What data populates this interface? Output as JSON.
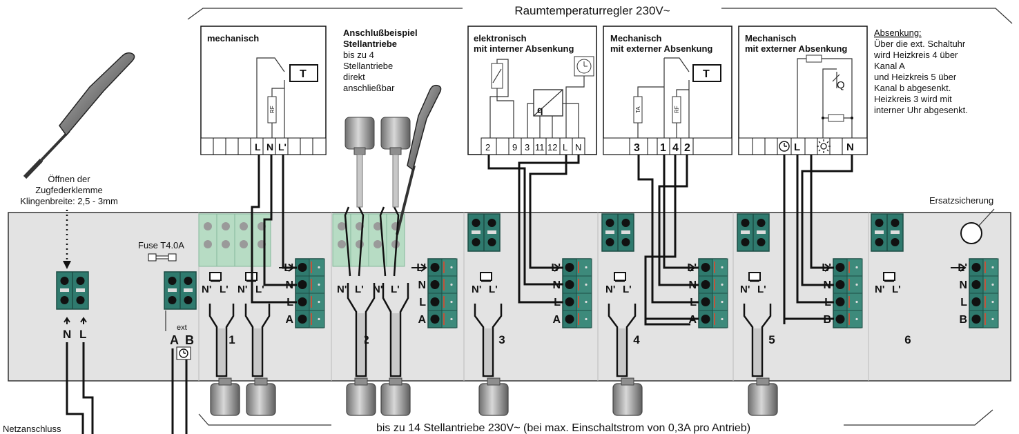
{
  "top_bracket_label": "Raumtemperaturregler 230V~",
  "bottom_bracket_label": "bis zu 14 Stellantriebe 230V~ (bei max. Einschaltstrom von 0,3A pro Antrieb)",
  "screwdriver_note": [
    "Öffnen der",
    "Zugfederklemme",
    "Klingenbreite: 2,5 - 3mm"
  ],
  "fuse_label": "Fuse T4.0A",
  "spare_fuse_label": "Ersatzsicherung",
  "mains_label": "Netzanschluss",
  "ext_label": "ext",
  "mains_terminals": [
    "N",
    "L"
  ],
  "ext_terminals": [
    "A",
    "B"
  ],
  "actuator_terminals": [
    "N'",
    "L'"
  ],
  "zones": [
    "1",
    "2",
    "3",
    "4",
    "5",
    "6"
  ],
  "zone_terminal_labels": [
    [
      "L'",
      "N",
      "L",
      "A"
    ],
    [
      "L'",
      "N",
      "L",
      "A"
    ],
    [
      "L'",
      "N",
      "L",
      "A"
    ],
    [
      "L'",
      "N",
      "L",
      "A"
    ],
    [
      "L'",
      "N",
      "L",
      "B"
    ],
    [
      "L'",
      "N",
      "L",
      "B"
    ]
  ],
  "example": {
    "title": "Anschlußbeispiel",
    "subtitle": "Stellantriebe",
    "lines": [
      "bis zu 4",
      "Stellantriebe",
      "direkt",
      "anschließbar"
    ]
  },
  "thermostats": [
    {
      "title1": "mechanisch",
      "title2": "",
      "terminals": [
        "",
        "",
        "",
        "",
        "L",
        "N",
        "L'",
        "",
        "",
        ""
      ],
      "sensor": "RF"
    },
    {
      "title1": "elektronisch",
      "title2": "mit interner Absenkung",
      "terminals": [
        "2",
        "",
        "9",
        "3",
        "11",
        "12",
        "L",
        "N"
      ],
      "symbol": "q"
    },
    {
      "title1": "Mechanisch",
      "title2": "mit externer Absenkung",
      "terminals": [
        "",
        "3",
        "",
        "1",
        "4",
        "2",
        ""
      ],
      "sensors": [
        "TA",
        "RF"
      ]
    },
    {
      "title1": "Mechanisch",
      "title2": "mit externer Absenkung",
      "terminals": [
        "",
        "",
        "clock",
        "L",
        "",
        "sun",
        "",
        "N"
      ]
    }
  ],
  "thermostat_symbol": "T",
  "absenkung": {
    "title": "Absenkung:",
    "lines": [
      "Über die ext. Schaltuhr",
      "wird Heizkreis 4 über",
      "Kanal A",
      "und Heizkreis 5 über",
      "Kanal b abgesenkt.",
      "Heizkreis 3 wird mit",
      "interner Uhr abgesenkt."
    ]
  },
  "colors": {
    "terminal_green": "#2f7a6e",
    "terminal_light": "#b7dcc4",
    "panel_gray": "#e3e3e3",
    "actuator_gray": "#9a9a9a"
  },
  "icons": [
    "screwdriver-icon",
    "fuse-icon",
    "clock-icon",
    "sun-icon",
    "spare-fuse-icon"
  ]
}
